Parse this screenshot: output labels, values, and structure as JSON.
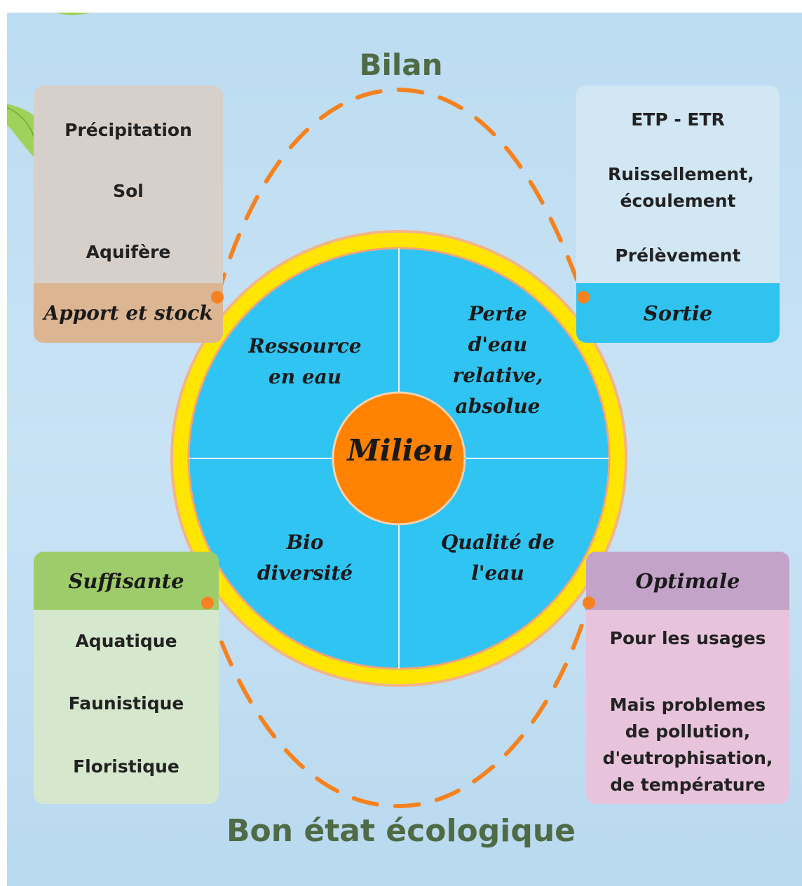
{
  "title_top": "Bilan",
  "title_bottom": "Bon état écologique",
  "center": "Milieu",
  "quadrants": {
    "top_left": [
      "Ressource",
      "en eau"
    ],
    "top_right": [
      "Perte",
      "d'eau",
      "relative,",
      "absolue"
    ],
    "bottom_left": [
      "Bio",
      "diversité"
    ],
    "bottom_right": [
      "Qualité de",
      "l'eau"
    ]
  },
  "boxes": {
    "apport": {
      "header": "Apport et stock",
      "items": [
        "Précipitation",
        "Sol",
        "Aquifère"
      ],
      "color_body": "#d6cfca",
      "color_header": "#dcb592"
    },
    "sortie": {
      "header": "Sortie",
      "items": [
        "ETP - ETR",
        "Ruissellement, écoulement",
        "Prélèvement"
      ],
      "color_body": "#d1e7f4",
      "color_header": "#30c3f0"
    },
    "suffisante": {
      "header": "Suffisante",
      "items": [
        "Aquatique",
        "Faunistique",
        "Floristique"
      ],
      "color_body": "#d5e8cd",
      "color_header": "#9fcc6a"
    },
    "optimale": {
      "header": "Optimale",
      "items": [
        "Pour les usages",
        "Mais problemes de pollution, d'eutrophisation, de température"
      ],
      "color_body": "#e8c4dc",
      "color_header": "#c4a3c9"
    }
  },
  "colors": {
    "circle_fill": "#2fc4f2",
    "ring": "#ffe600",
    "center": "#ff8200",
    "dashes": "#f5821f",
    "title": "#4e6b46"
  }
}
